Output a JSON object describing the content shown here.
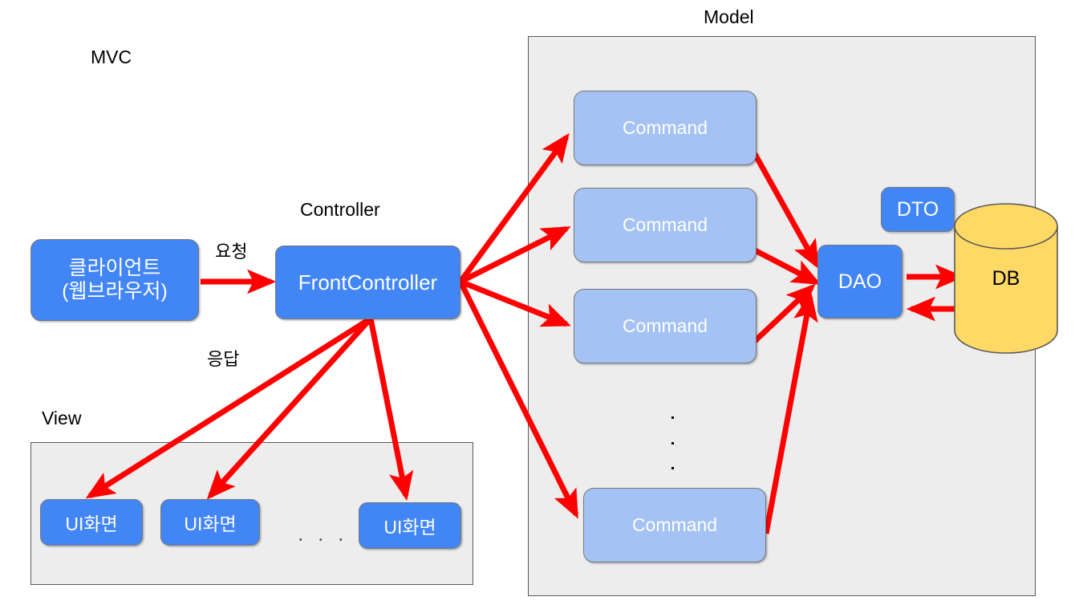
{
  "diagram": {
    "title_mvc": "MVC",
    "sections": {
      "controller": "Controller",
      "view": "View",
      "model": "Model"
    },
    "flow_labels": {
      "request": "요청",
      "response": "응답"
    },
    "nodes": {
      "client_line1": "클라이언트",
      "client_line2": "(웹브라우저)",
      "front_controller": "FrontController",
      "dao": "DAO",
      "dto": "DTO",
      "db": "DB"
    },
    "commands": [
      {
        "label": "Command"
      },
      {
        "label": "Command"
      },
      {
        "label": "Command"
      },
      {
        "label": "Command"
      }
    ],
    "views": [
      {
        "label": "UI화면"
      },
      {
        "label": "UI화면"
      },
      {
        "label": "UI화면"
      }
    ],
    "ellipsis_view": ". . .",
    "colors": {
      "node_dark_blue": "#4285f4",
      "node_light_blue": "#a4c2f4",
      "panel_gray": "#ededed",
      "panel_border": "#595959",
      "arrow_red": "#ff0000",
      "db_yellow": "#ffd966",
      "shape_border": "#787878",
      "text_white": "#ffffff",
      "text_black": "#000000"
    }
  }
}
